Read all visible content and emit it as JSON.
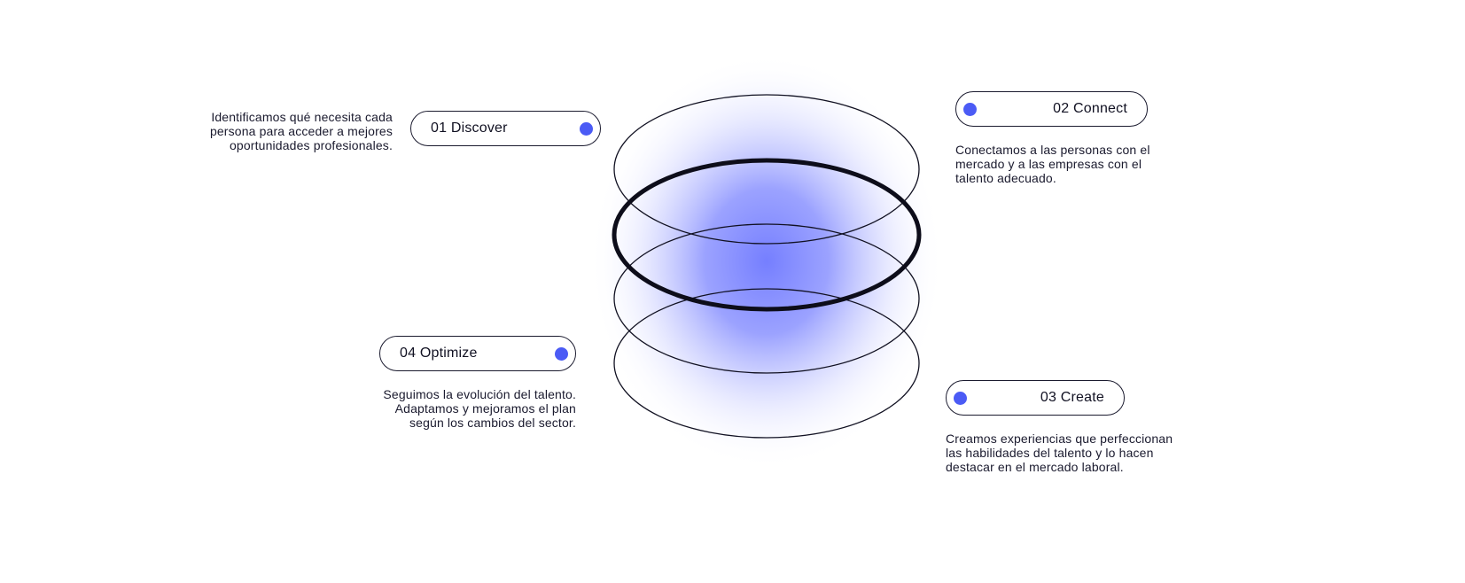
{
  "colors": {
    "accent": "#4b5bf5",
    "glow": "#6e78ff",
    "ink": "#111122"
  },
  "steps": [
    {
      "label": "01 Discover",
      "description": [
        "Identificamos qué necesita cada",
        "persona para acceder a mejores",
        "oportunidades profesionales."
      ]
    },
    {
      "label": "02 Connect",
      "description": [
        "Conectamos a las personas con el",
        "mercado y a las empresas con el",
        "talento adecuado."
      ]
    },
    {
      "label": "03 Create",
      "description": [
        "Creamos experiencias que perfeccionan",
        "las habilidades del talento y lo hacen",
        "destacar en el mercado laboral."
      ]
    },
    {
      "label": "04 Optimize",
      "description": [
        "Seguimos la evolución del talento.",
        "Adaptamos y mejoramos el plan",
        "según los cambios del sector."
      ]
    }
  ]
}
